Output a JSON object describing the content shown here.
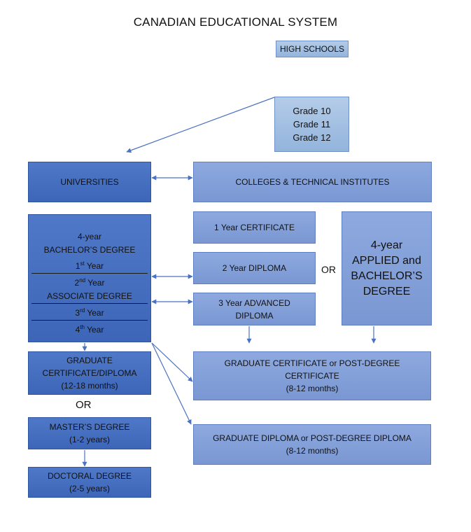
{
  "title": "CANADIAN EDUCATIONAL SYSTEM",
  "high_schools": "HIGH SCHOOLS",
  "grades": [
    "Grade 10",
    "Grade 11",
    "Grade 12"
  ],
  "universities": "UNIVERSITIES",
  "colleges": "COLLEGES & TECHNICAL INSTITUTES",
  "university_program": {
    "heading_line1": "4-year",
    "heading_line2": "BACHELOR’S DEGREE",
    "year1": "1st Year",
    "year2": "2nd Year",
    "associate": "ASSOCIATE DEGREE",
    "year3": "3rd Year",
    "year4": "4th Year"
  },
  "college_programs": {
    "certificate": "1 Year CERTIFICATE",
    "diploma": "2 Year DIPLOMA",
    "advanced_line1": "3 Year ADVANCED",
    "advanced_line2": "DIPLOMA"
  },
  "or_label": "OR",
  "applied_degree": [
    "4-year",
    "APPLIED and",
    "BACHELOR’S",
    "DEGREE"
  ],
  "graduate_certificate_uni": [
    "GRADUATE",
    "CERTIFICATE/DIPLOMA",
    "(12-18 months)"
  ],
  "or_label_2": "OR",
  "masters": [
    "MASTER’S DEGREE",
    "(1-2 years)"
  ],
  "doctoral": [
    "DOCTORAL DEGREE",
    "(2-5 years)"
  ],
  "grad_cert_college": [
    "GRADUATE CERTIFICATE or POST-DEGREE",
    "CERTIFICATE",
    "(8-12 months)"
  ],
  "grad_diploma_college": [
    "GRADUATE DIPLOMA or POST-DEGREE DIPLOMA",
    "(8-12 months)"
  ],
  "colors": {
    "light": "#a3c0e2",
    "mid": "#849fd9",
    "dark": "#4670c0",
    "arrow": "#4a72c4"
  }
}
